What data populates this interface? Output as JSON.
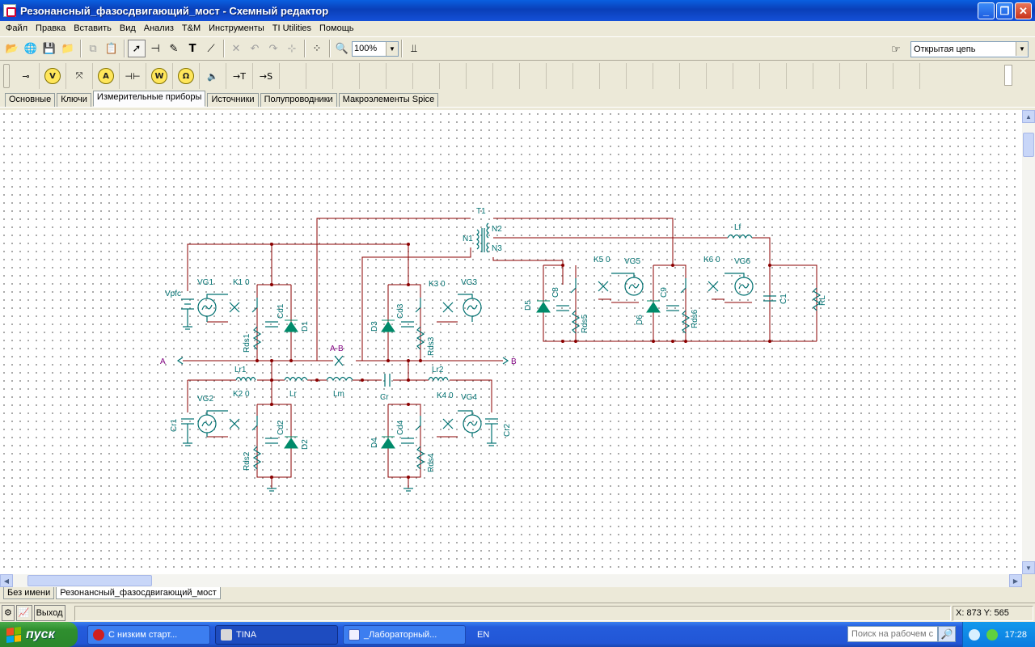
{
  "window": {
    "title": "Резонансный_фазосдвигающий_мост - Схемный редактор",
    "controls": [
      "_",
      "❐",
      "✕"
    ]
  },
  "menu": [
    "Файл",
    "Правка",
    "Вставить",
    "Вид",
    "Анализ",
    "T&M",
    "Инструменты",
    "TI Utilities",
    "Помощь"
  ],
  "toolbar": {
    "zoom": "100%",
    "mode": "Открытая цепь"
  },
  "component_toolbar": {
    "ammeter_letter": "A",
    "voltmeter_letter": "V",
    "wattmeter_letter": "W",
    "osc_letter": "Ω",
    "to_t": "→T",
    "to_s": "→S"
  },
  "tabs": [
    "Основные",
    "Ключи",
    "Измерительные приборы",
    "Источники",
    "Полупроводники",
    "Макроэлементы Spice"
  ],
  "active_tab": "Измерительные приборы",
  "schematic": {
    "labels": {
      "T1": "T1",
      "N1": "N1",
      "N2": "N2",
      "N3": "N3",
      "Lf": "Lf",
      "RL": "RL",
      "C1": "C1",
      "VG1": "VG1",
      "VG2": "VG2",
      "VG3": "VG3",
      "VG4": "VG4",
      "VG5": "VG5",
      "VG6": "VG6",
      "K1": "K1 0",
      "K2": "K2 0",
      "K3": "K3 0",
      "K4": "K4 0",
      "K5": "K5 0",
      "K6": "K6 0",
      "Vpfc": "Vpfc",
      "Cd1": "Cd1",
      "Cd2": "Cd2",
      "Cd3": "Cd3",
      "Cd4": "Cd4",
      "D1": "D1",
      "D2": "D2",
      "D3": "D3",
      "D4": "D4",
      "D5": "D5",
      "D6": "D6",
      "Rds1": "Rds1",
      "Rds2": "Rds2",
      "Rds3": "Rds3",
      "Rds4": "Rds4",
      "Rds5": "Rds5",
      "Rds6": "Rds6",
      "C8": "C8",
      "C9": "C9",
      "A": "A",
      "B": "B",
      "AB": "A-B",
      "Lr1": "Lr1",
      "Lr2": "Lr2",
      "Lr": "Lr",
      "Lm": "Lm",
      "Cr": "Cr",
      "Cr1": "Cr1",
      "Cr2": "Cr2"
    }
  },
  "sheets": [
    "Без имени",
    "Резонансный_фазосдвигающий_мост"
  ],
  "active_sheet": "Резонансный_фазосдвигающий_мост",
  "status": {
    "exit_label": "Выход",
    "coords": "X: 873  Y: 565"
  },
  "taskbar": {
    "start": "пуск",
    "tasks": [
      "С низким старт...",
      "TINA",
      "_Лабораторный..."
    ],
    "active_task": "TINA",
    "lang": "EN",
    "search_placeholder": "Поиск на рабочем с",
    "time": "17:28"
  },
  "colors": {
    "wire": "#8b0000",
    "component": "#007070",
    "diode": "#008a6a",
    "titlebar": "#0a3fb8",
    "taskbar": "#245cdc"
  }
}
